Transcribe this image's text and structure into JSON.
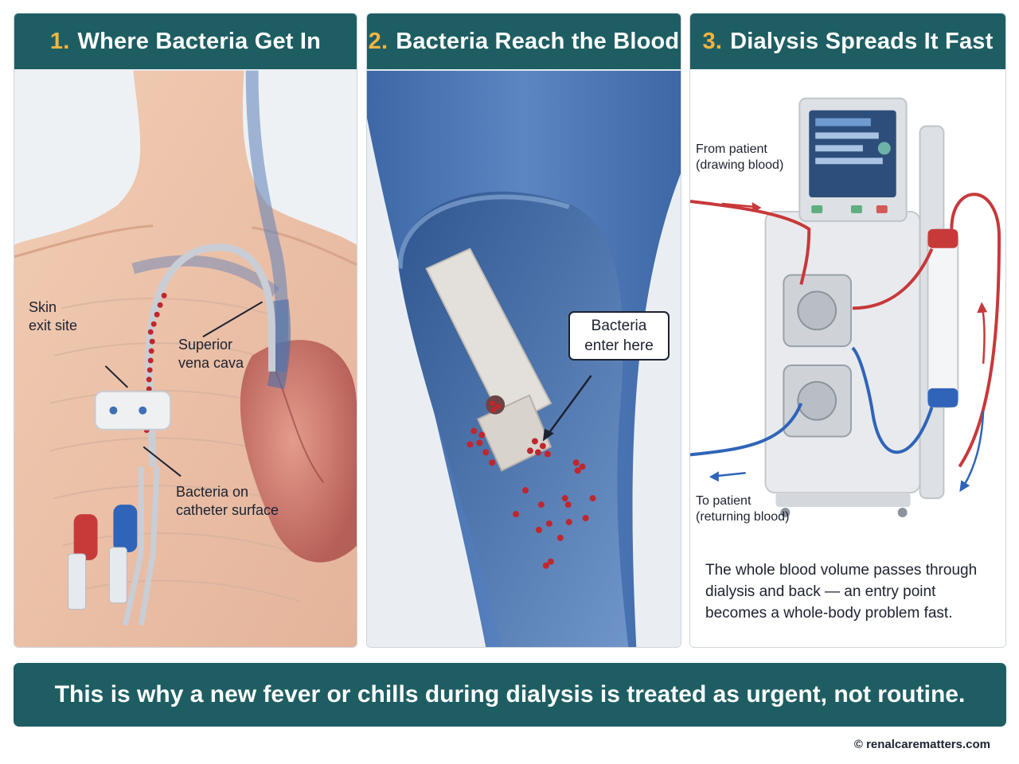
{
  "panels": [
    {
      "number": "1.",
      "title": "Where Bacteria Get In"
    },
    {
      "number": "2.",
      "title": "Bacteria Reach the Blood"
    },
    {
      "number": "3.",
      "title": "Dialysis Spreads It Fast"
    }
  ],
  "panel1": {
    "skin_exit": [
      "Skin",
      "exit site"
    ],
    "svc": [
      "Superior",
      "vena cava"
    ],
    "bacteria_surface": [
      "Bacteria on",
      "catheter surface"
    ]
  },
  "panel2": {
    "callout": [
      "Bacteria",
      "enter here"
    ]
  },
  "panel3": {
    "from_patient": [
      "From patient",
      "(drawing blood)"
    ],
    "to_patient": [
      "To patient",
      "(returning blood)"
    ],
    "description": "The whole blood volume passes through dialysis and back — an entry point becomes a whole-body problem fast."
  },
  "banner": "This is why a new fever or chills during dialysis is treated as urgent, not routine.",
  "credit": "© renalcarematters.com",
  "colors": {
    "header_teal": "#1e5e63",
    "number_gold": "#f2b440",
    "bacteria_red": "#c0262d",
    "vein_blue": "#4a74ad",
    "arterial_red": "#c8383a"
  }
}
